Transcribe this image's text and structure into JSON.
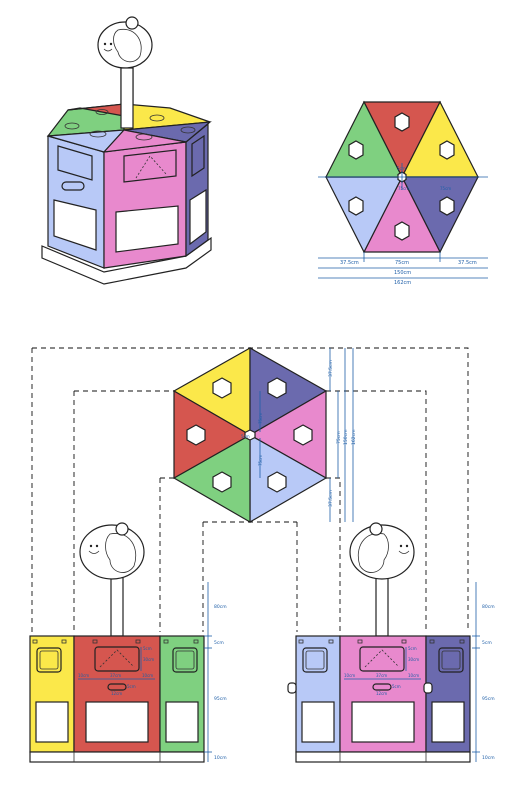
{
  "colors": {
    "red": "#d5564f",
    "yellow": "#fbe84a",
    "blue": "#6b6aae",
    "pink": "#e889cd",
    "lightblue": "#b8c9f7",
    "green": "#7fd080",
    "outline": "#222222",
    "dimension": "#1f5fa8"
  },
  "top_view": {
    "labels": {
      "left_margin": "37.5cm",
      "center_width": "75cm",
      "right_margin": "37.5cm",
      "inner_total": "150cm",
      "outer_total": "162cm",
      "center_hex": "5cm",
      "tri_height_a": "75cm",
      "tri_height_b": "75cm"
    }
  },
  "plan_view": {
    "labels": {
      "v1": "37.5cm",
      "v2": "37.5cm",
      "v3": "150cm",
      "v4": "162cm",
      "mid1": "75cm",
      "mid2": "75cm",
      "hex": "5cm",
      "side": "75cm"
    }
  },
  "elevation_left": {
    "labels": {
      "top": "80cm",
      "window": "5cm",
      "body": "95cm",
      "base": "10cm",
      "w_h": "30cm",
      "w_top": "5cm",
      "left_gap": "10cm",
      "center": "37cm",
      "right_gap": "10cm",
      "handle": "5cm",
      "handle_w": "12cm"
    }
  },
  "elevation_right": {
    "labels": {
      "top": "80cm",
      "window": "5cm",
      "body": "95cm",
      "base": "10cm",
      "w_h": "30cm",
      "w_top": "5cm",
      "left_gap": "10cm",
      "center": "37cm",
      "right_gap": "10cm",
      "handle": "5cm",
      "handle_w": "12cm"
    }
  }
}
